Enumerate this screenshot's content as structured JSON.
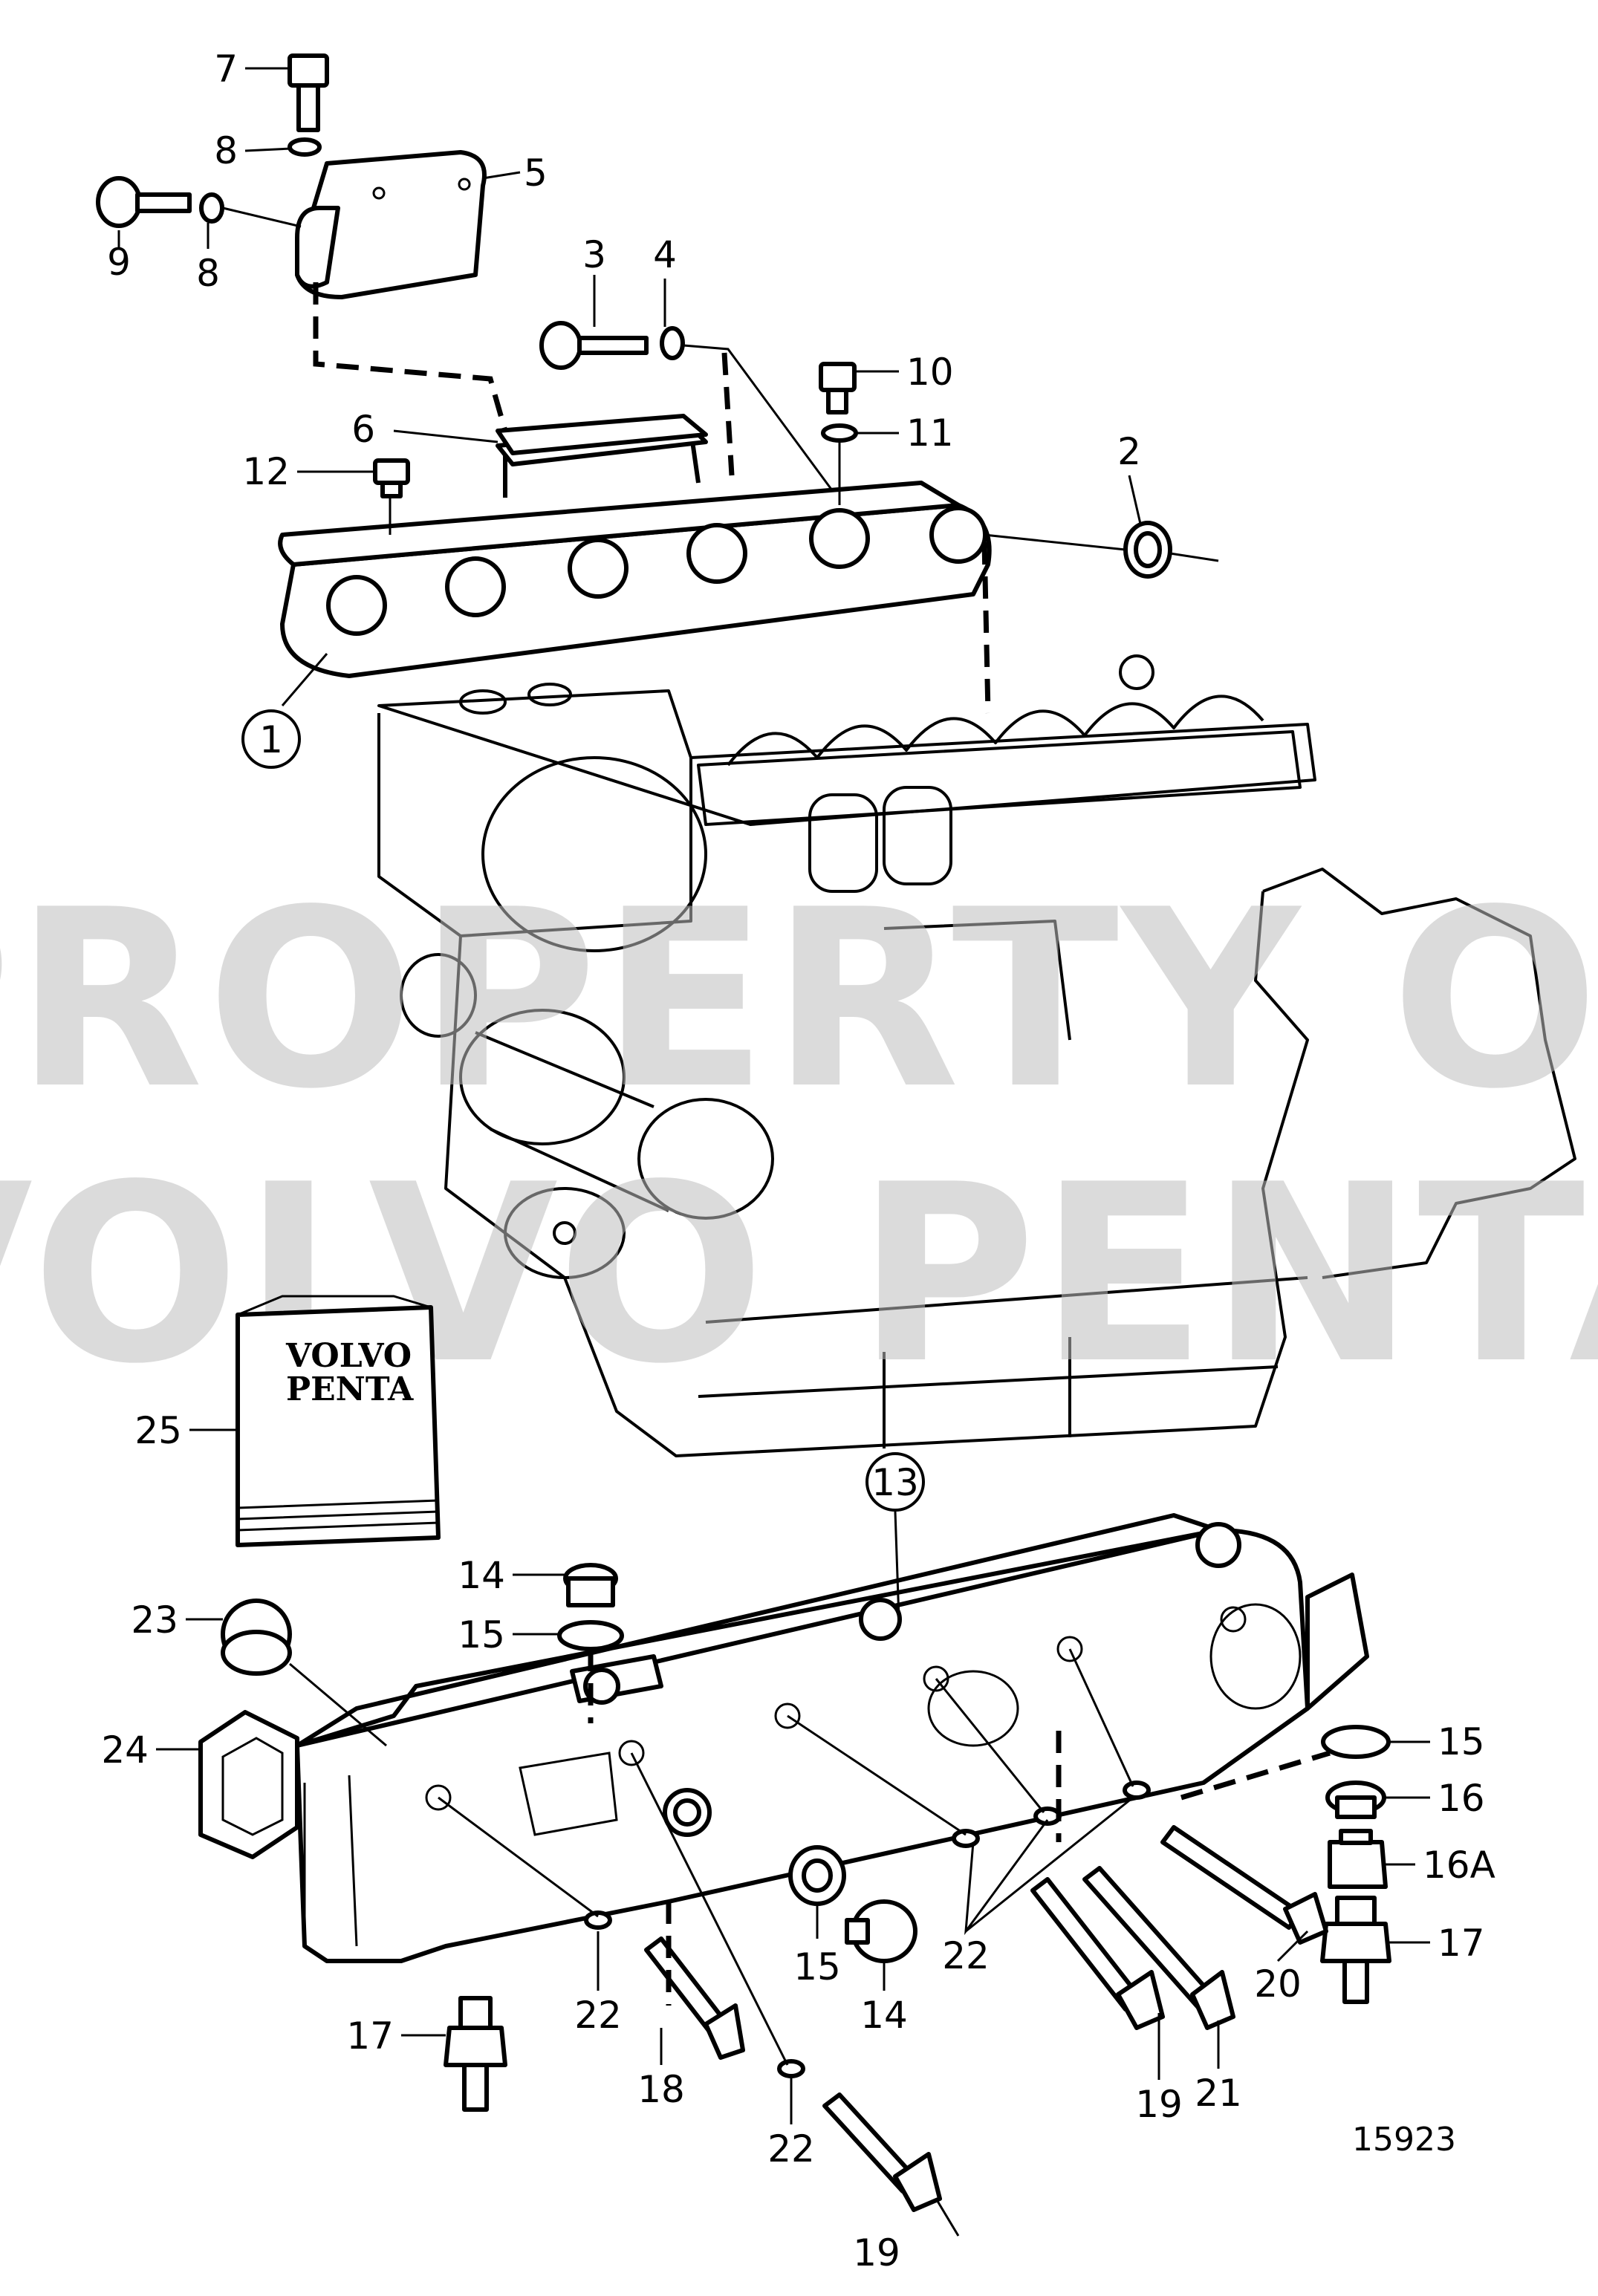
{
  "watermark": {
    "line1": "PROPERTY OF",
    "line2": "VOLVO PENTA"
  },
  "manual_brand": {
    "line1": "VOLVO",
    "line2": "PENTA"
  },
  "drawing_number": "15923",
  "callouts": [
    {
      "id": "c1",
      "text": "1",
      "circled": true
    },
    {
      "id": "c2",
      "text": "2"
    },
    {
      "id": "c3",
      "text": "3"
    },
    {
      "id": "c4",
      "text": "4"
    },
    {
      "id": "c5",
      "text": "5"
    },
    {
      "id": "c6",
      "text": "6"
    },
    {
      "id": "c7",
      "text": "7"
    },
    {
      "id": "c8a",
      "text": "8"
    },
    {
      "id": "c8b",
      "text": "8"
    },
    {
      "id": "c9",
      "text": "9"
    },
    {
      "id": "c10",
      "text": "10"
    },
    {
      "id": "c11",
      "text": "11"
    },
    {
      "id": "c12",
      "text": "12"
    },
    {
      "id": "c13",
      "text": "13",
      "circled": true
    },
    {
      "id": "c14a",
      "text": "14"
    },
    {
      "id": "c14b",
      "text": "14"
    },
    {
      "id": "c15a",
      "text": "15"
    },
    {
      "id": "c15b",
      "text": "15"
    },
    {
      "id": "c15c",
      "text": "15"
    },
    {
      "id": "c16",
      "text": "16"
    },
    {
      "id": "c16A",
      "text": "16A"
    },
    {
      "id": "c17a",
      "text": "17"
    },
    {
      "id": "c17b",
      "text": "17"
    },
    {
      "id": "c18",
      "text": "18"
    },
    {
      "id": "c19a",
      "text": "19"
    },
    {
      "id": "c19b",
      "text": "19"
    },
    {
      "id": "c20",
      "text": "20"
    },
    {
      "id": "c21",
      "text": "21"
    },
    {
      "id": "c22a",
      "text": "22"
    },
    {
      "id": "c22b",
      "text": "22"
    },
    {
      "id": "c22c",
      "text": "22"
    },
    {
      "id": "c23",
      "text": "23"
    },
    {
      "id": "c24",
      "text": "24"
    },
    {
      "id": "c25",
      "text": "25"
    }
  ]
}
